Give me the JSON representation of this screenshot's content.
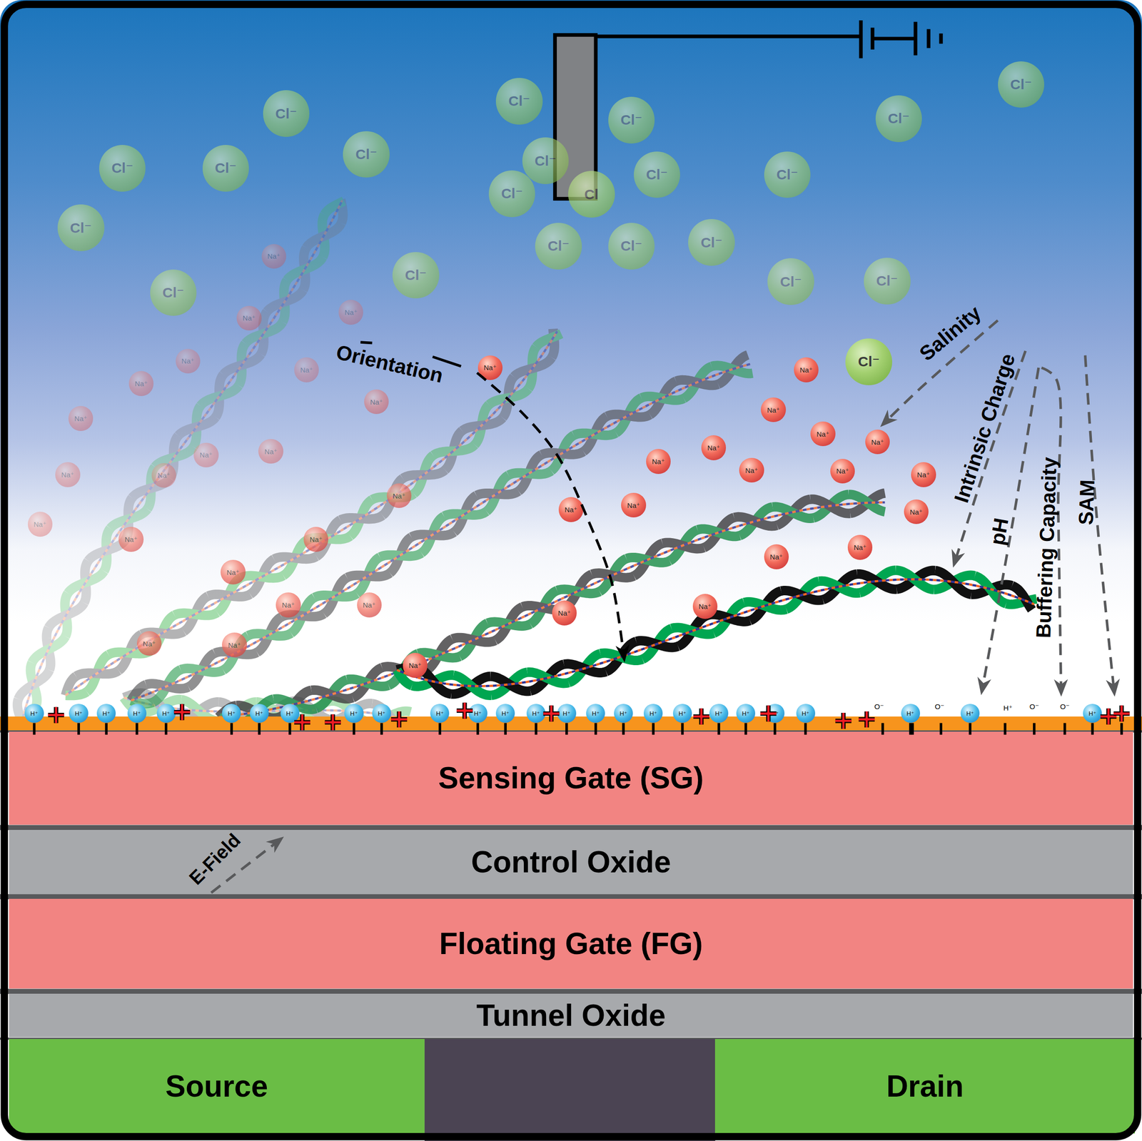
{
  "diagram": {
    "nodes": [
      {
        "text": [
          "Cl⁻"
        ]
      },
      {
        "text": [
          "Cl⁻"
        ]
      },
      {
        "text": [
          "Cl⁻"
        ]
      },
      {
        "text": [
          "Cl⁻"
        ]
      },
      {
        "text": [
          "Cl⁻"
        ]
      },
      {
        "text": [
          "Cl⁻"
        ]
      },
      {
        "text": [
          "Cl⁻"
        ]
      },
      {
        "text": [
          "Cl⁻"
        ]
      },
      {
        "text": [
          "Cl⁻"
        ]
      },
      {
        "text": [
          "Cl⁻"
        ]
      },
      {
        "text": [
          "Cl⁻"
        ]
      },
      {
        "text": [
          "Cl⁻"
        ]
      },
      {
        "text": [
          "Cl"
        ]
      },
      {
        "text": [
          "Cl⁻"
        ]
      },
      {
        "text": [
          "Cl⁻"
        ]
      },
      {
        "text": [
          "Cl⁻"
        ]
      },
      {
        "text": [
          "Cl⁻"
        ]
      },
      {
        "text": [
          "Cl⁻"
        ]
      },
      {
        "text": [
          "Cl⁻"
        ]
      },
      {
        "text": [
          "Cl⁻"
        ]
      },
      {
        "text": [
          "Cl⁻"
        ]
      },
      {
        "text": [
          "Cl⁻"
        ]
      },
      {
        "text": [
          "Na⁺"
        ]
      },
      {
        "text": [
          "Na⁺"
        ]
      },
      {
        "text": [
          "Na⁺"
        ]
      },
      {
        "text": [
          "Na⁺"
        ]
      },
      {
        "text": [
          "Na⁺"
        ]
      },
      {
        "text": [
          "Na⁺"
        ]
      },
      {
        "text": [
          "Na⁺"
        ]
      },
      {
        "text": [
          "Na⁺"
        ]
      },
      {
        "text": [
          "Na⁺"
        ]
      },
      {
        "text": [
          "Na⁺"
        ]
      },
      {
        "text": [
          "Na⁺"
        ]
      },
      {
        "text": [
          "Na⁺"
        ]
      },
      {
        "text": [
          "Na⁺"
        ]
      },
      {
        "text": [
          "Na⁺"
        ]
      },
      {
        "text": [
          "Na⁺"
        ]
      },
      {
        "text": [
          "Na⁺"
        ]
      },
      {
        "text": [
          "Na⁺"
        ]
      },
      {
        "text": [
          "Na⁺"
        ]
      },
      {
        "text": [
          "Na⁺"
        ]
      },
      {
        "text": [
          "Na⁺"
        ]
      },
      {
        "text": [
          "Na⁺"
        ]
      },
      {
        "text": [
          "Na⁺"
        ]
      },
      {
        "text": [
          "Na⁺"
        ]
      },
      {
        "text": [
          "Na⁺"
        ]
      },
      {
        "text": [
          "Na⁺"
        ]
      },
      {
        "text": [
          "Na⁺"
        ]
      },
      {
        "text": [
          "Na⁺"
        ]
      },
      {
        "text": [
          "Na⁺"
        ]
      },
      {
        "text": [
          "Na⁺"
        ]
      },
      {
        "text": [
          "Na⁺"
        ]
      },
      {
        "text": [
          "Na⁺"
        ]
      },
      {
        "text": [
          "Na⁺"
        ]
      },
      {
        "text": [
          "Na⁺"
        ]
      },
      {
        "text": [
          "Na⁺"
        ]
      },
      {
        "text": [
          "Na⁺"
        ]
      },
      {
        "text": [
          "Na⁺"
        ]
      },
      {
        "text": [
          "Na⁺"
        ]
      },
      {
        "text": [
          "Na⁺"
        ]
      },
      {
        "text": [
          "Na⁺"
        ]
      },
      {
        "text": [
          "H⁺"
        ]
      },
      {
        "text": [
          "H⁺"
        ]
      },
      {
        "text": [
          "H⁺"
        ]
      },
      {
        "text": [
          "H⁺"
        ]
      },
      {
        "text": [
          "H⁺"
        ]
      },
      {
        "text": [
          "H⁺"
        ]
      },
      {
        "text": [
          "H⁺"
        ]
      },
      {
        "text": [
          "H⁺"
        ]
      },
      {
        "text": [
          "H⁺"
        ]
      },
      {
        "text": [
          "H⁺"
        ]
      },
      {
        "text": [
          "H⁺"
        ]
      },
      {
        "text": [
          "H⁺"
        ]
      },
      {
        "text": [
          "H⁺"
        ]
      },
      {
        "text": [
          "H⁺"
        ]
      },
      {
        "text": [
          "H⁺"
        ]
      },
      {
        "text": [
          "H⁺"
        ]
      },
      {
        "text": [
          "H⁺"
        ]
      },
      {
        "text": [
          "H⁺"
        ]
      },
      {
        "text": [
          "H⁺"
        ]
      },
      {
        "text": [
          "H⁺"
        ]
      },
      {
        "text": [
          "H⁺"
        ]
      },
      {
        "text": [
          "H⁺"
        ]
      },
      {
        "text": [
          "H⁺"
        ]
      },
      {
        "text": [
          "H⁺"
        ]
      },
      {
        "text": [
          "H⁺"
        ]
      },
      {
        "text": [
          "H⁺"
        ]
      },
      {
        "text": [
          "Sensing Gate (SG)"
        ]
      },
      {
        "text": [
          "Control Oxide"
        ]
      },
      {
        "text": [
          "Floating Gate (FG)"
        ]
      },
      {
        "text": [
          "Tunnel Oxide"
        ]
      },
      {
        "text": [
          "Source"
        ]
      },
      {
        "text": [
          "Drain"
        ]
      }
    ],
    "labels": [
      "Orientation",
      "Salinity",
      "Intrinsic Charge",
      "pH",
      "Buffering Capacity",
      "SAM",
      "E-Field",
      "O⁻",
      "O⁻",
      "O⁻",
      "O⁻",
      "H⁺"
    ]
  }
}
